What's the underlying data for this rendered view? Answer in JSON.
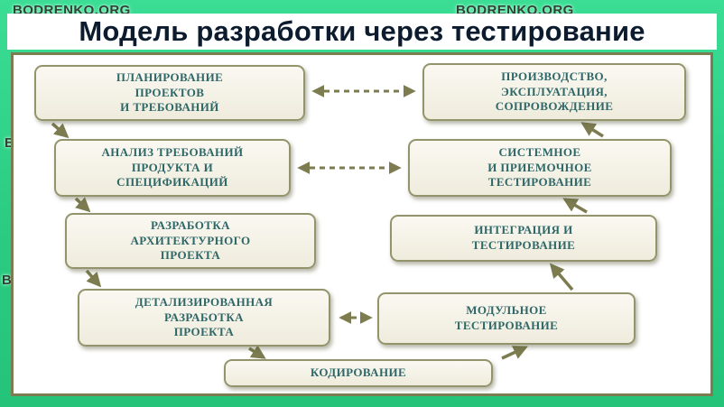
{
  "title": "Модель разработки через тестирование",
  "watermark": "BODRENKO.ORG",
  "colors": {
    "frame_green": "#2bcc82",
    "panel_border_olive": "#7c7c52",
    "box_border": "#94946c",
    "box_background": "#f4f1e6",
    "box_text_teal": "#2e6767",
    "arrow_olive": "#7c7c50",
    "title_text": "#0c1c2e"
  },
  "boxes": {
    "left": [
      {
        "name": "planning",
        "text": "ПЛАНИРОВАНИЕ\nПРОЕКТОВ\nИ ТРЕБОВАНИЙ"
      },
      {
        "name": "requirements-analysis",
        "text": "АНАЛИЗ ТРЕБОВАНИЙ\nПРОДУКТА И\nСПЕЦИФИКАЦИЙ"
      },
      {
        "name": "architecture-design",
        "text": "РАЗРАБОТКА\nАРХИТЕКТУРНОГО\nПРОЕКТА"
      },
      {
        "name": "detailed-design",
        "text": "ДЕТАЛИЗИРОВАННАЯ\nРАЗРАБОТКА\nПРОЕКТА"
      }
    ],
    "right": [
      {
        "name": "production-maintenance",
        "text": "ПРОИЗВОДСТВО,\nЭКСПЛУАТАЦИЯ,\nСОПРОВОЖДЕНИЕ"
      },
      {
        "name": "system-acceptance-testing",
        "text": "СИСТЕМНОЕ\nИ ПРИЕМОЧНОЕ\nТЕСТИРОВАНИЕ"
      },
      {
        "name": "integration-testing",
        "text": "ИНТЕГРАЦИЯ И\nТЕСТИРОВАНИЕ"
      },
      {
        "name": "module-testing",
        "text": "МОДУЛЬНОЕ\nТЕСТИРОВАНИЕ"
      }
    ],
    "bottom": {
      "name": "coding",
      "text": "КОДИРОВАНИЕ"
    }
  },
  "connections": [
    {
      "from": "planning",
      "to": "production-maintenance",
      "style": "dashed-double"
    },
    {
      "from": "requirements-analysis",
      "to": "system-acceptance-testing",
      "style": "dashed-double"
    },
    {
      "from": "detailed-design",
      "to": "module-testing",
      "style": "dashed-double"
    },
    {
      "from": "planning",
      "to": "requirements-analysis",
      "style": "solid-down"
    },
    {
      "from": "requirements-analysis",
      "to": "architecture-design",
      "style": "solid-down"
    },
    {
      "from": "architecture-design",
      "to": "detailed-design",
      "style": "solid-down"
    },
    {
      "from": "detailed-design",
      "to": "coding",
      "style": "solid-down"
    },
    {
      "from": "coding",
      "to": "module-testing",
      "style": "solid-up"
    },
    {
      "from": "module-testing",
      "to": "integration-testing",
      "style": "solid-up"
    },
    {
      "from": "integration-testing",
      "to": "system-acceptance-testing",
      "style": "solid-up"
    },
    {
      "from": "system-acceptance-testing",
      "to": "production-maintenance",
      "style": "solid-up"
    }
  ]
}
